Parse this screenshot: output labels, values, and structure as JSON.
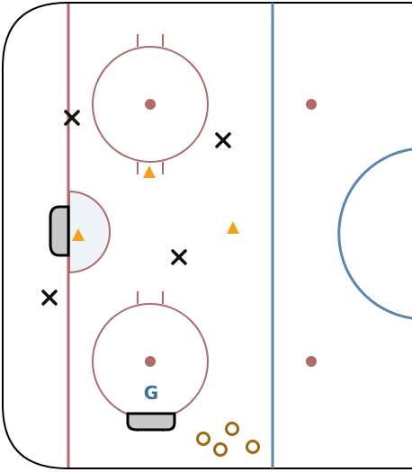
{
  "colors": {
    "boards": "#000000",
    "goal_line": "#b06a6a",
    "blue_line": "#5b86b0",
    "faceoff": "#b06a6a",
    "faceoff_dot": "#b06a6a",
    "crease_fill": "#eef3f8",
    "net_fill": "#c8c8c8",
    "goalie_label": "#3f6f9e",
    "offense": "#f0a31a",
    "defense": "#111111",
    "pucks": "#9a6a14"
  },
  "markers": {
    "offense_count": 3,
    "defense_count": 4,
    "puck_count": 4
  },
  "goalie": {
    "label": "G"
  }
}
